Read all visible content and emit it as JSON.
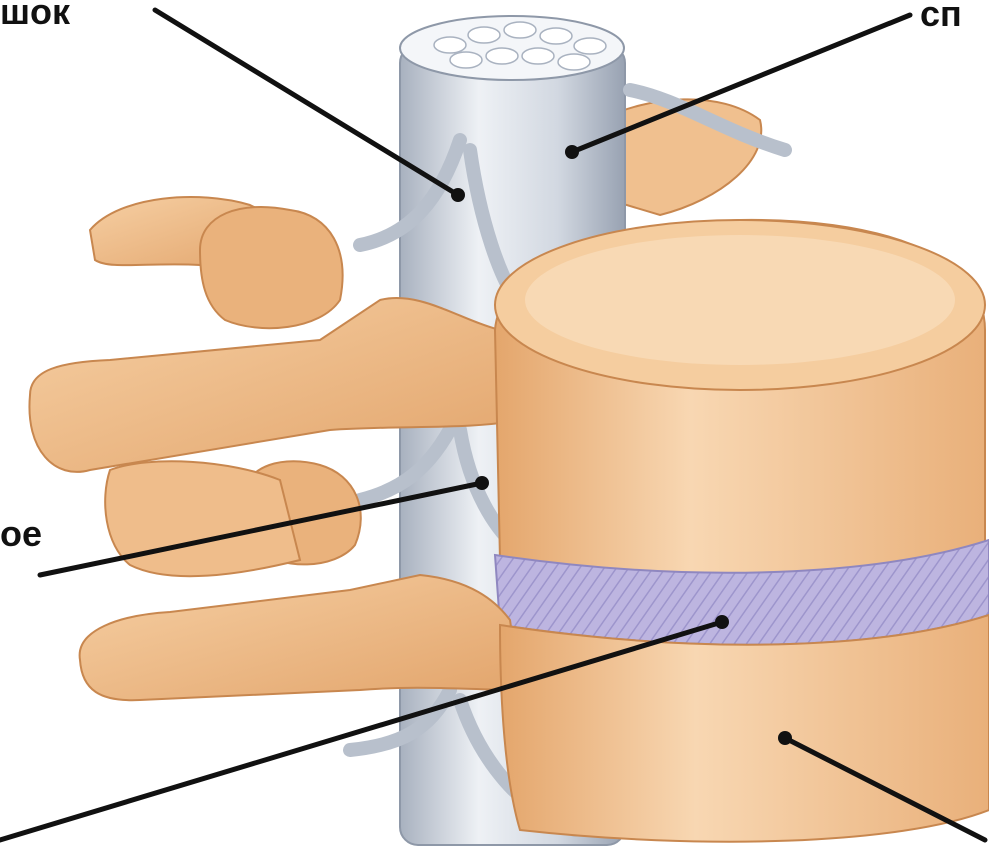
{
  "labels": {
    "top_left": "шок",
    "top_right": "сп",
    "mid_left": "ое"
  },
  "colors": {
    "bone": "#f2c394",
    "bone_dark": "#d9955a",
    "bone_light": "#fbe2c4",
    "cord": "#d7dde6",
    "cord_dark": "#9fa9b8",
    "disc": "#b9b2de",
    "line": "#111111"
  }
}
